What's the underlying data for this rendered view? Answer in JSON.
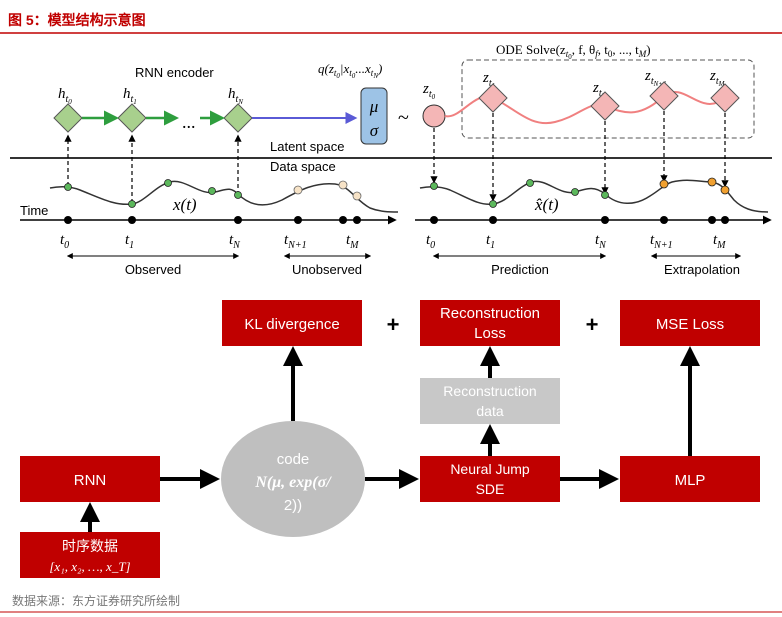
{
  "figure_title": "图 5：模型结构示意图",
  "source_note": "数据来源：东方证券研究所绘制",
  "colors": {
    "accent_red": "#c00000",
    "box_red": "#c00000",
    "grey_box": "#c8c8c8",
    "ellipse_grey": "#bfbfbf",
    "green_node": "#a8d08d",
    "pink_node": "#f4b6b6",
    "blue_box": "#9dc3e6",
    "traj_pink": "#f08080",
    "green_dot": "#5cb85c",
    "orange_dot": "#f0a030"
  },
  "top_panel": {
    "rnn_encoder_label": "RNN encoder",
    "encoder_nodes": [
      {
        "base": "h",
        "sub": "t",
        "subsub": "0"
      },
      {
        "base": "h",
        "sub": "t",
        "subsub": "1"
      },
      {
        "base": "h",
        "sub": "t",
        "subsub": "N"
      }
    ],
    "ellipsis": "...",
    "posterior": "q(z",
    "posterior_sub": "t",
    "posterior_subsub": "0",
    "posterior_bar": "|x",
    "posterior_x_sub": "t",
    "posterior_x_subsub": "0",
    "posterior_dots": "...x",
    "posterior_xn_sub": "t",
    "posterior_xn_subsub": "N",
    "posterior_close": ")",
    "mu": "μ",
    "sigma": "σ",
    "tilde": "~",
    "z0": {
      "base": "z",
      "sub": "t",
      "subsub": "0"
    },
    "ode_label": "ODE Solve(z",
    "ode_label_sub": "t",
    "ode_label_subsub": "0",
    "ode_label_rest": ", f, θ",
    "ode_label_theta_sub": "f",
    "ode_label_rest2": ", t",
    "ode_label_t0sub": "0",
    "ode_label_rest3": ", ..., t",
    "ode_label_tmsub": "M",
    "ode_label_close": ")",
    "latent_nodes": [
      {
        "base": "z",
        "sub": "t",
        "subsub": "1"
      },
      {
        "base": "z",
        "sub": "t",
        "subsub": "N"
      },
      {
        "base": "z",
        "sub": "t",
        "subsub": "N+1"
      },
      {
        "base": "z",
        "sub": "t",
        "subsub": "M"
      }
    ],
    "latent_space": "Latent space",
    "data_space": "Data space",
    "time_label": "Time",
    "xt_left": "x(t)",
    "xt_right": "x̂(t)",
    "ticks_left": [
      {
        "base": "t",
        "sub": "0"
      },
      {
        "base": "t",
        "sub": "1"
      },
      {
        "base": "t",
        "sub": "N"
      },
      {
        "base": "t",
        "sub": "N+1"
      },
      {
        "base": "t",
        "sub": "M"
      }
    ],
    "ticks_right": [
      {
        "base": "t",
        "sub": "0"
      },
      {
        "base": "t",
        "sub": "1"
      },
      {
        "base": "t",
        "sub": "N"
      },
      {
        "base": "t",
        "sub": "N+1"
      },
      {
        "base": "t",
        "sub": "M"
      }
    ],
    "observed": "Observed",
    "unobserved": "Unobserved",
    "prediction": "Prediction",
    "extrapolation": "Extrapolation"
  },
  "bottom_panel": {
    "kl": "KL divergence",
    "plus1": "+",
    "recon_loss_line1": "Reconstruction",
    "recon_loss_line2": "Loss",
    "plus2": "+",
    "mse": "MSE Loss",
    "recon_data_line1": "Reconstruction",
    "recon_data_line2": "data",
    "rnn": "RNN",
    "code_line1": "code",
    "code_line2": "N(μ, exp(σ/",
    "code_line3": "2))",
    "sde_line1": "Neural Jump",
    "sde_line2": "SDE",
    "mlp": "MLP",
    "ts_line1": "时序数据",
    "ts_line2": "[x₁, x₂, …, x_T]"
  }
}
